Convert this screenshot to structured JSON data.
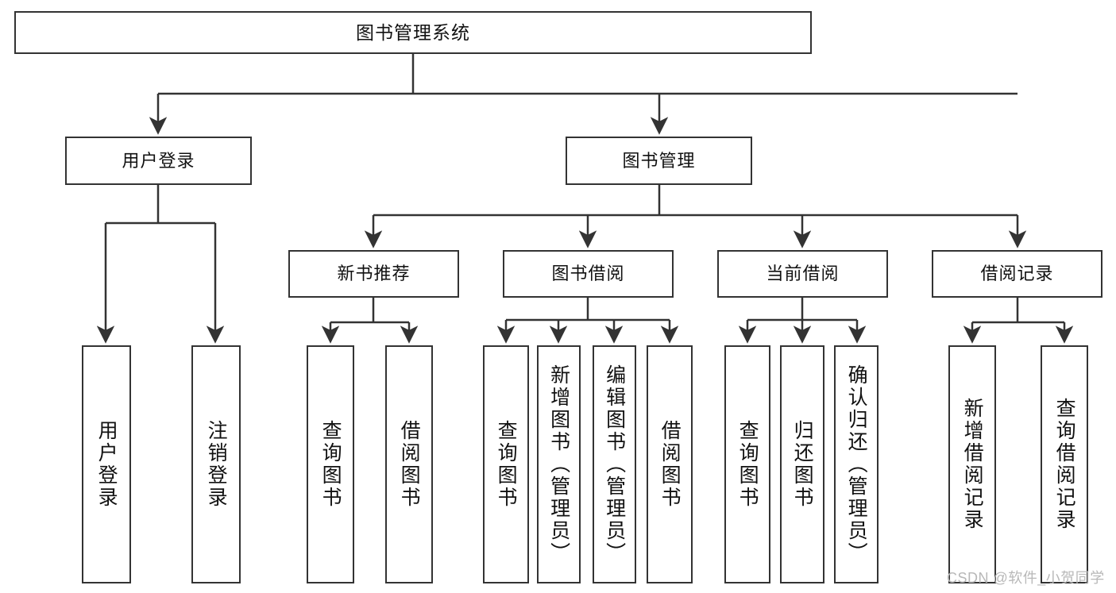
{
  "diagram": {
    "title": "图书管理系统",
    "type": "功能结构图",
    "watermark": "CSDN @软件_小贺同学",
    "line_color": "#333333",
    "box_fill": "#ffffff",
    "text_color": "#111111"
  },
  "root": {
    "label": "图书管理系统"
  },
  "level2": [
    {
      "label": "用户登录"
    },
    {
      "label": "图书管理"
    }
  ],
  "level3": [
    {
      "label": "新书推荐"
    },
    {
      "label": "图书借阅"
    },
    {
      "label": "当前借阅"
    },
    {
      "label": "借阅记录"
    }
  ],
  "leaves": {
    "user_login": [
      {
        "label": "用户登录"
      },
      {
        "label": "注销登录"
      }
    ],
    "new_book": [
      {
        "label": "查询图书"
      },
      {
        "label": "借阅图书"
      }
    ],
    "book_borrow": [
      {
        "label": "查询图书"
      },
      {
        "label": "新增图书（管理员）"
      },
      {
        "label": "编辑图书（管理员）"
      },
      {
        "label": "借阅图书"
      }
    ],
    "current_borrow": [
      {
        "label": "查询图书"
      },
      {
        "label": "归还图书"
      },
      {
        "label": "确认归还（管理员）"
      }
    ],
    "borrow_record": [
      {
        "label": "新增借阅记录"
      },
      {
        "label": "查询借阅记录"
      }
    ]
  }
}
